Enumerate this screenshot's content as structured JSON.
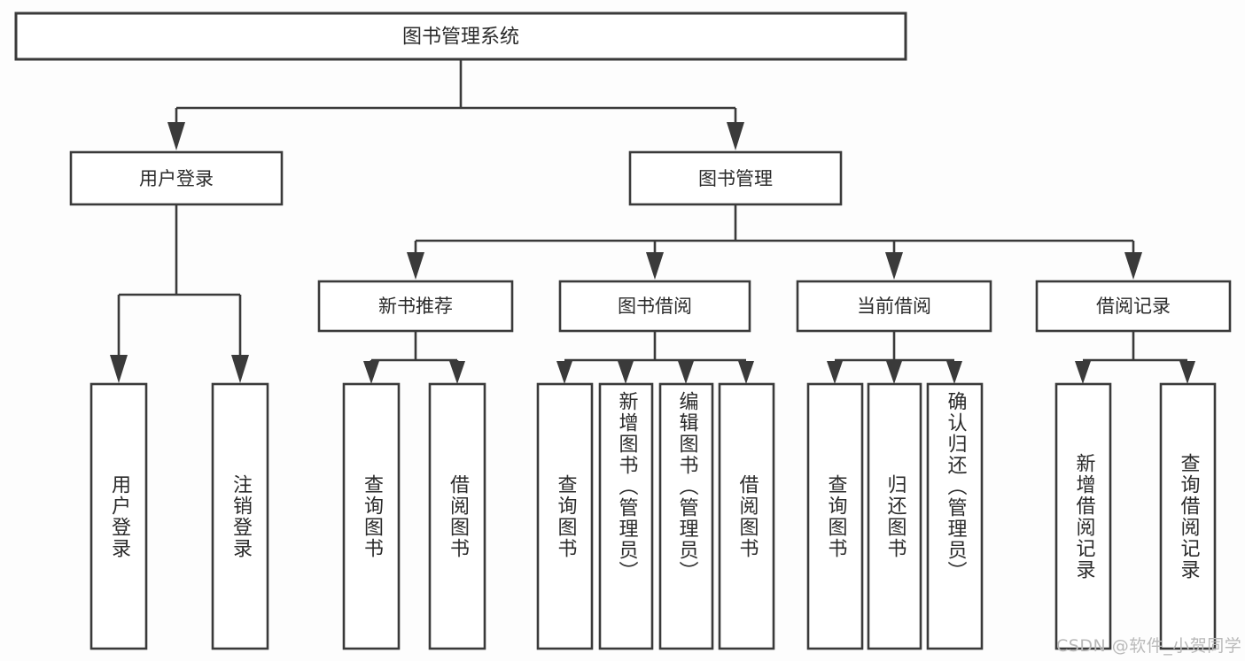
{
  "diagram": {
    "title": "图书管理系统",
    "type": "tree",
    "orientation": "top-down",
    "colors": {
      "background": "#fdfdfd",
      "box_fill": "#ffffff",
      "line": "#3a3a3a",
      "text": "#2b2b2b",
      "watermark": "#b9b9b9"
    },
    "root": {
      "label": "图书管理系统",
      "level": 0
    },
    "level2": [
      {
        "label": "用户登录"
      },
      {
        "label": "图书管理"
      }
    ],
    "level3": [
      {
        "label": "新书推荐"
      },
      {
        "label": "图书借阅"
      },
      {
        "label": "当前借阅"
      },
      {
        "label": "借阅记录"
      }
    ],
    "leaves": {
      "user_login": [
        {
          "label": "用户登录"
        },
        {
          "label": "注销登录"
        }
      ],
      "new_book": [
        {
          "label": "查询图书"
        },
        {
          "label": "借阅图书"
        }
      ],
      "book_borrow": [
        {
          "label": "查询图书"
        },
        {
          "label": "新增图书（管理员）"
        },
        {
          "label": "编辑图书（管理员）"
        },
        {
          "label": "借阅图书"
        }
      ],
      "current_borrow": [
        {
          "label": "查询图书"
        },
        {
          "label": "归还图书"
        },
        {
          "label": "确认归还（管理员）"
        }
      ],
      "borrow_record": [
        {
          "label": "新增借阅记录"
        },
        {
          "label": "查询借阅记录"
        }
      ]
    }
  },
  "watermark": {
    "text": "CSDN @软件_小贺同学"
  }
}
